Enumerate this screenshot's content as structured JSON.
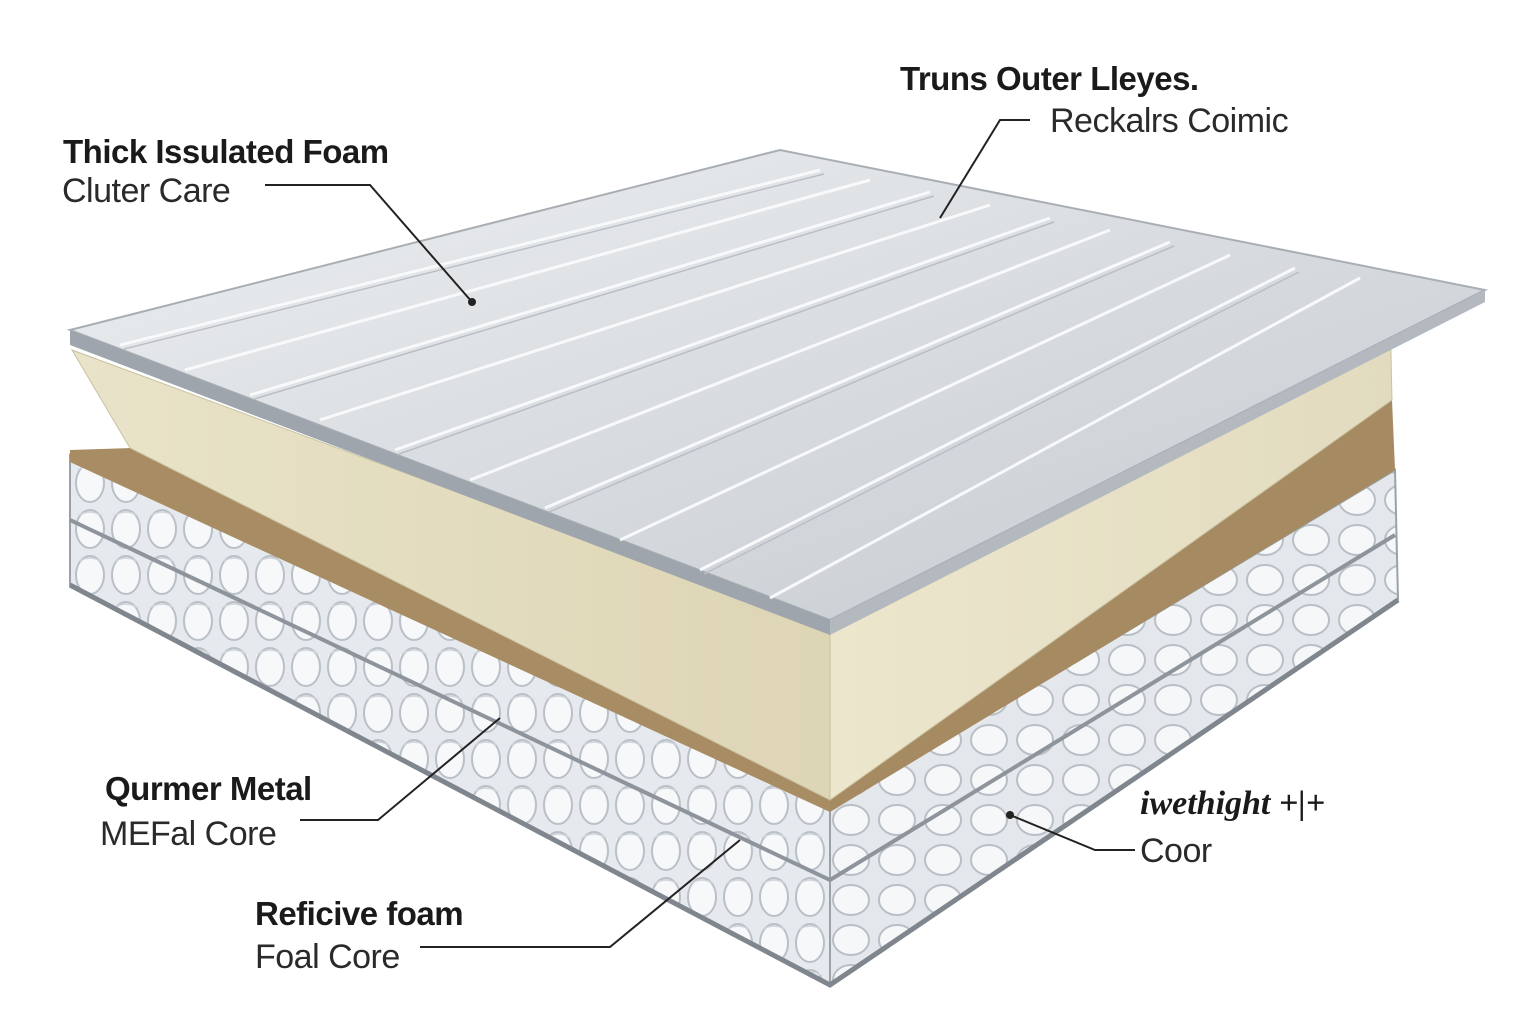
{
  "labels": {
    "top_left": {
      "title": "Thick Issulated Foam",
      "sub": "Cluter Care"
    },
    "top_right": {
      "title": "Truns Outer Lleyes.",
      "sub": "Reckalrs Coimic"
    },
    "mid_left": {
      "title": "Qurmer Metal",
      "sub": "MEFal Core"
    },
    "bottom_left": {
      "title": "Reficive foam",
      "sub": "Foal Core"
    },
    "right": {
      "title": "iwethight +|+",
      "sub": "Coor"
    }
  },
  "colors": {
    "metal_top": "#d9dde1",
    "metal_edge": "#aeb4ba",
    "foam": "#e6dfc5",
    "adhesive": "#a68a62",
    "honeycomb": "#e9ecef",
    "leader": "#222222"
  }
}
